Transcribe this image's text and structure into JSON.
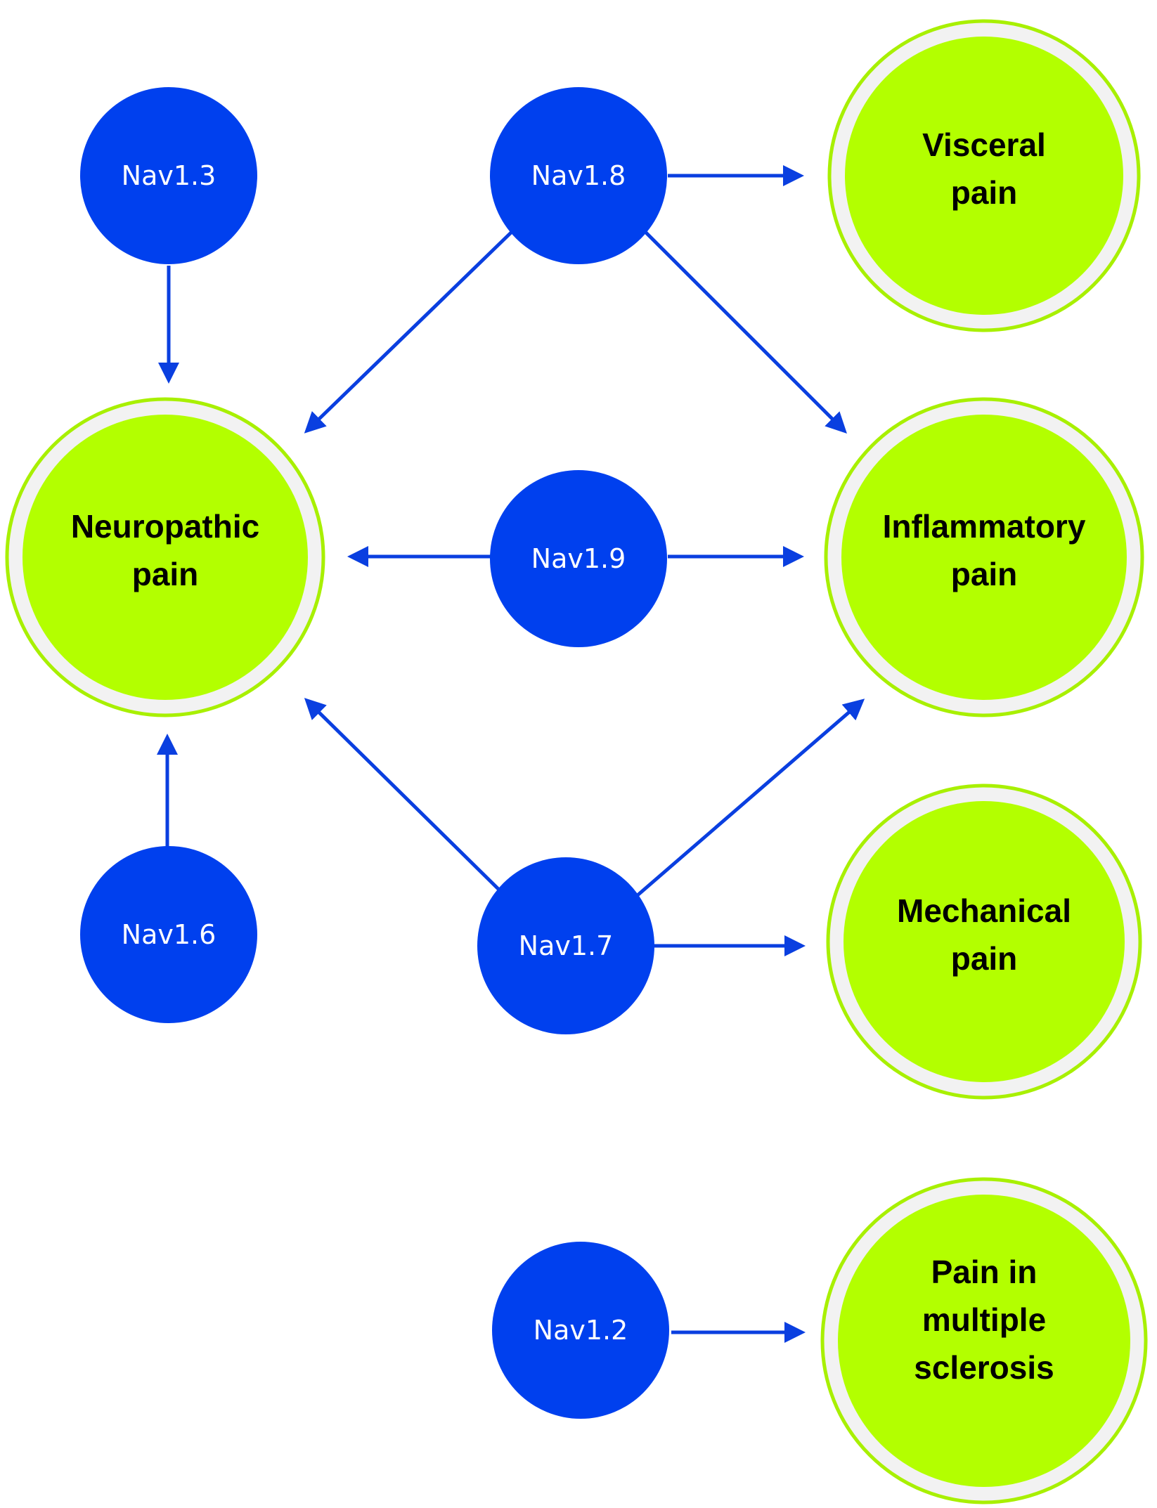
{
  "colors": {
    "channel_fill": "#0040EE",
    "pain_fill": "#B3FF00",
    "pain_ring": "#F2F2F2",
    "pain_outline": "#A8F000",
    "arrow": "#0A3FE0",
    "background": "#FFFFFF"
  },
  "channels": [
    {
      "id": "nav13",
      "label": "Nav1.3"
    },
    {
      "id": "nav18",
      "label": "Nav1.8"
    },
    {
      "id": "nav19",
      "label": "Nav1.9"
    },
    {
      "id": "nav16",
      "label": "Nav1.6"
    },
    {
      "id": "nav17",
      "label": "Nav1.7"
    },
    {
      "id": "nav12",
      "label": "Nav1.2"
    }
  ],
  "pain_types": [
    {
      "id": "visceral",
      "lines": [
        "Visceral",
        "pain"
      ]
    },
    {
      "id": "neuropathic",
      "lines": [
        "Neuropathic",
        "pain"
      ]
    },
    {
      "id": "inflammatory",
      "lines": [
        "Inflammatory",
        "pain"
      ]
    },
    {
      "id": "mechanical",
      "lines": [
        "Mechanical",
        "pain"
      ]
    },
    {
      "id": "ms",
      "lines": [
        "Pain in",
        "multiple",
        "sclerosis"
      ]
    }
  ],
  "relations": [
    {
      "from": "Nav1.3",
      "to": "Neuropathic pain"
    },
    {
      "from": "Nav1.8",
      "to": "Visceral pain"
    },
    {
      "from": "Nav1.8",
      "to": "Neuropathic pain"
    },
    {
      "from": "Nav1.8",
      "to": "Inflammatory pain"
    },
    {
      "from": "Nav1.9",
      "to": "Neuropathic pain"
    },
    {
      "from": "Nav1.9",
      "to": "Inflammatory pain"
    },
    {
      "from": "Nav1.6",
      "to": "Neuropathic pain"
    },
    {
      "from": "Nav1.7",
      "to": "Neuropathic pain"
    },
    {
      "from": "Nav1.7",
      "to": "Inflammatory pain"
    },
    {
      "from": "Nav1.7",
      "to": "Mechanical pain"
    },
    {
      "from": "Nav1.2",
      "to": "Pain in multiple sclerosis"
    }
  ]
}
